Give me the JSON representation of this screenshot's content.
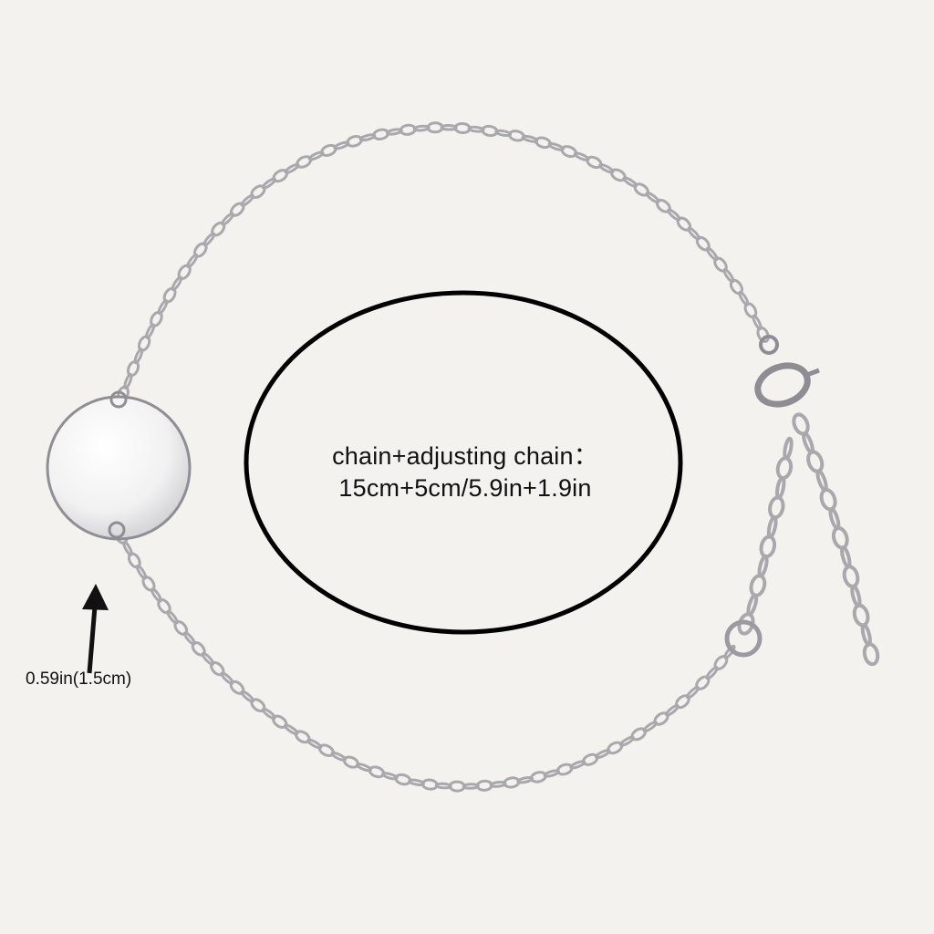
{
  "product": {
    "spec_line_1": "chain+adjusting chain：",
    "spec_line_2": "15cm+5cm/5.9in+1.9in",
    "pendant_size": "0.59in(1.5cm)"
  },
  "colors": {
    "background": "#f4f2ef",
    "silver": "#a9a9ad",
    "silver_dark": "#77777c",
    "outline": "#000000"
  }
}
